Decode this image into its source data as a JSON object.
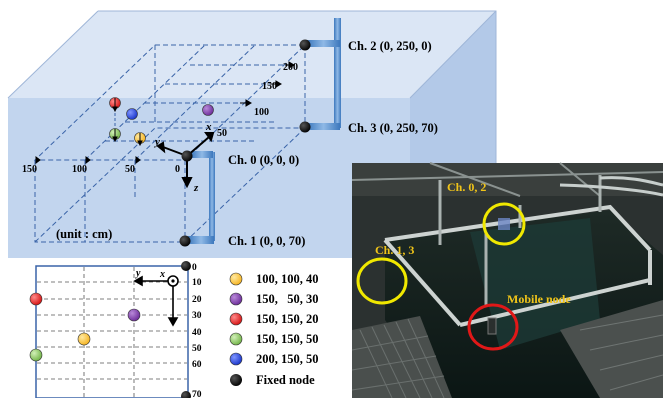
{
  "box3d": {
    "unit_label": "(unit : cm)",
    "axis_x": "x",
    "axis_y": "y",
    "axis_z": "z",
    "ticks_left": [
      "150",
      "100",
      "50",
      "0"
    ],
    "ticks_right": [
      "50",
      "100",
      "150",
      "200"
    ],
    "channels": [
      {
        "label": "Ch. 0 (0, 0, 0)"
      },
      {
        "label": "Ch. 1 (0, 0, 70)"
      },
      {
        "label": "Ch. 2 (0, 250, 0)"
      },
      {
        "label": "Ch. 3 (0, 250, 70)"
      }
    ]
  },
  "plan": {
    "axis_x": "x",
    "axis_y": "y",
    "depth_ticks": [
      "0",
      "10",
      "20",
      "30",
      "40",
      "50",
      "60",
      "70"
    ]
  },
  "legend": [
    {
      "color": "#f5b21e",
      "label": "100, 100, 40"
    },
    {
      "color": "#7b3aa8",
      "label": "150,   50, 30"
    },
    {
      "color": "#e01818",
      "label": "150, 150, 20"
    },
    {
      "color": "#86c75a",
      "label": "150, 150, 50"
    },
    {
      "color": "#1f3fd6",
      "label": "200, 150, 50"
    },
    {
      "color": "#000000",
      "label": "Fixed node"
    }
  ],
  "photo": {
    "callouts": [
      "Ch. 0, 2",
      "Ch. 1, 3",
      "Mobile node"
    ]
  }
}
